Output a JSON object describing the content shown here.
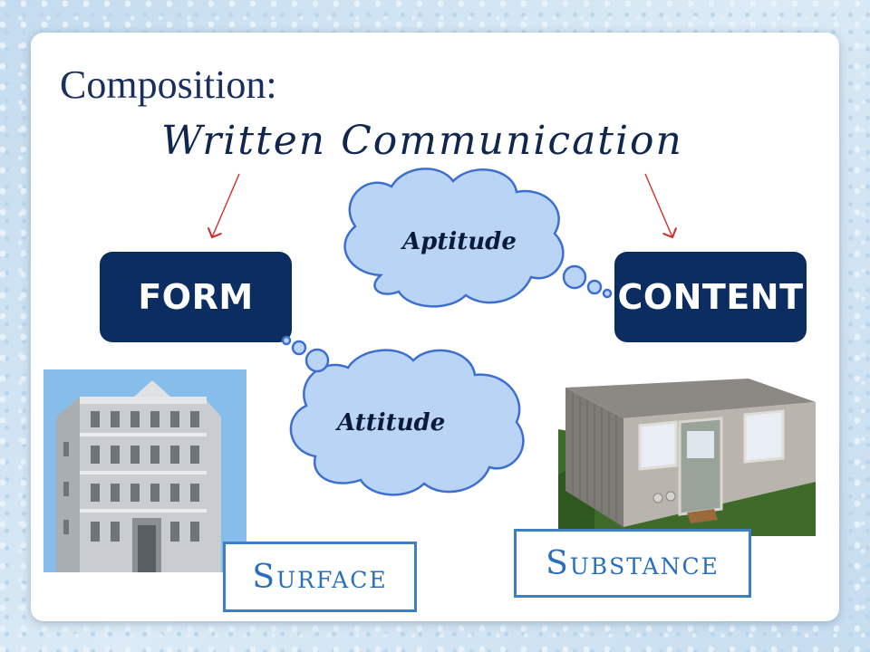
{
  "slide": {
    "title": "Composition:",
    "subtitle": "Written Communication"
  },
  "boxes": {
    "form": "FORM",
    "content": "CONTENT"
  },
  "clouds": {
    "aptitude": "Aptitude",
    "attitude": "Attitude"
  },
  "labels": {
    "surface": "Surface",
    "substance": "Substance"
  },
  "images": {
    "building": "building-illustration",
    "cabin": "cabin-illustration"
  },
  "colors": {
    "box_fill": "#0c2d62",
    "cloud_fill": "#b9d4f4",
    "cloud_stroke": "#3d6fd0",
    "label_border": "#3d7fc4",
    "arrow": "#d03030"
  }
}
